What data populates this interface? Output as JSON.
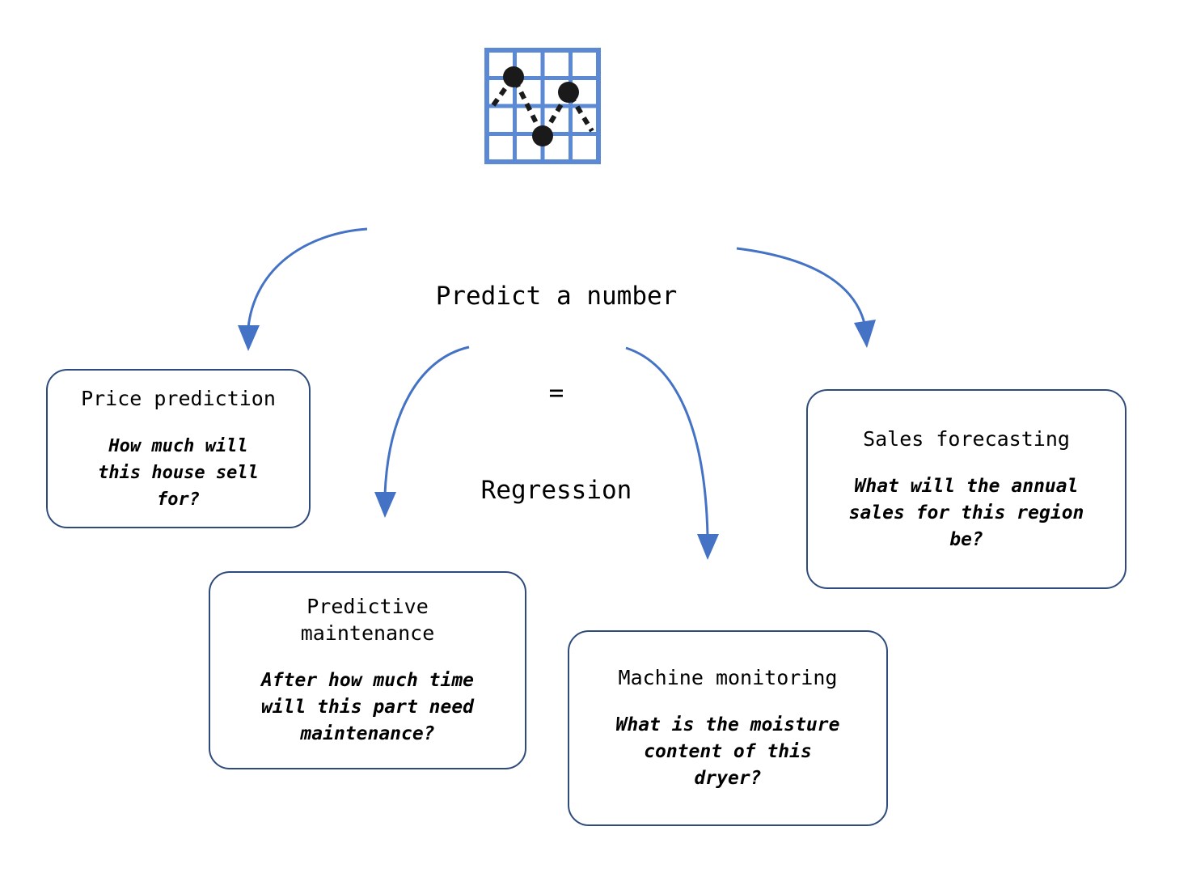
{
  "diagram": {
    "icon": {
      "name": "regression-scatter-grid-icon",
      "grid_color": "#5B89D4",
      "point_color": "#1A1A1A",
      "points": 3,
      "grid_lines": 4
    },
    "center": {
      "line1": "Predict a number",
      "line2": "=",
      "line3": "Regression"
    },
    "arrow_color": "#4472C4",
    "box_border_color": "#2E4B7C",
    "boxes": [
      {
        "id": "price-prediction",
        "title": "Price prediction",
        "question": "How much will\nthis house sell\nfor?"
      },
      {
        "id": "predictive-maintenance",
        "title": "Predictive\nmaintenance",
        "question": "After how much time\nwill this part need\nmaintenance?"
      },
      {
        "id": "machine-monitoring",
        "title": "Machine monitoring",
        "question": "What is the moisture\ncontent of this\ndryer?"
      },
      {
        "id": "sales-forecasting",
        "title": "Sales forecasting",
        "question": "What will the annual\nsales for this region\nbe?"
      }
    ]
  }
}
